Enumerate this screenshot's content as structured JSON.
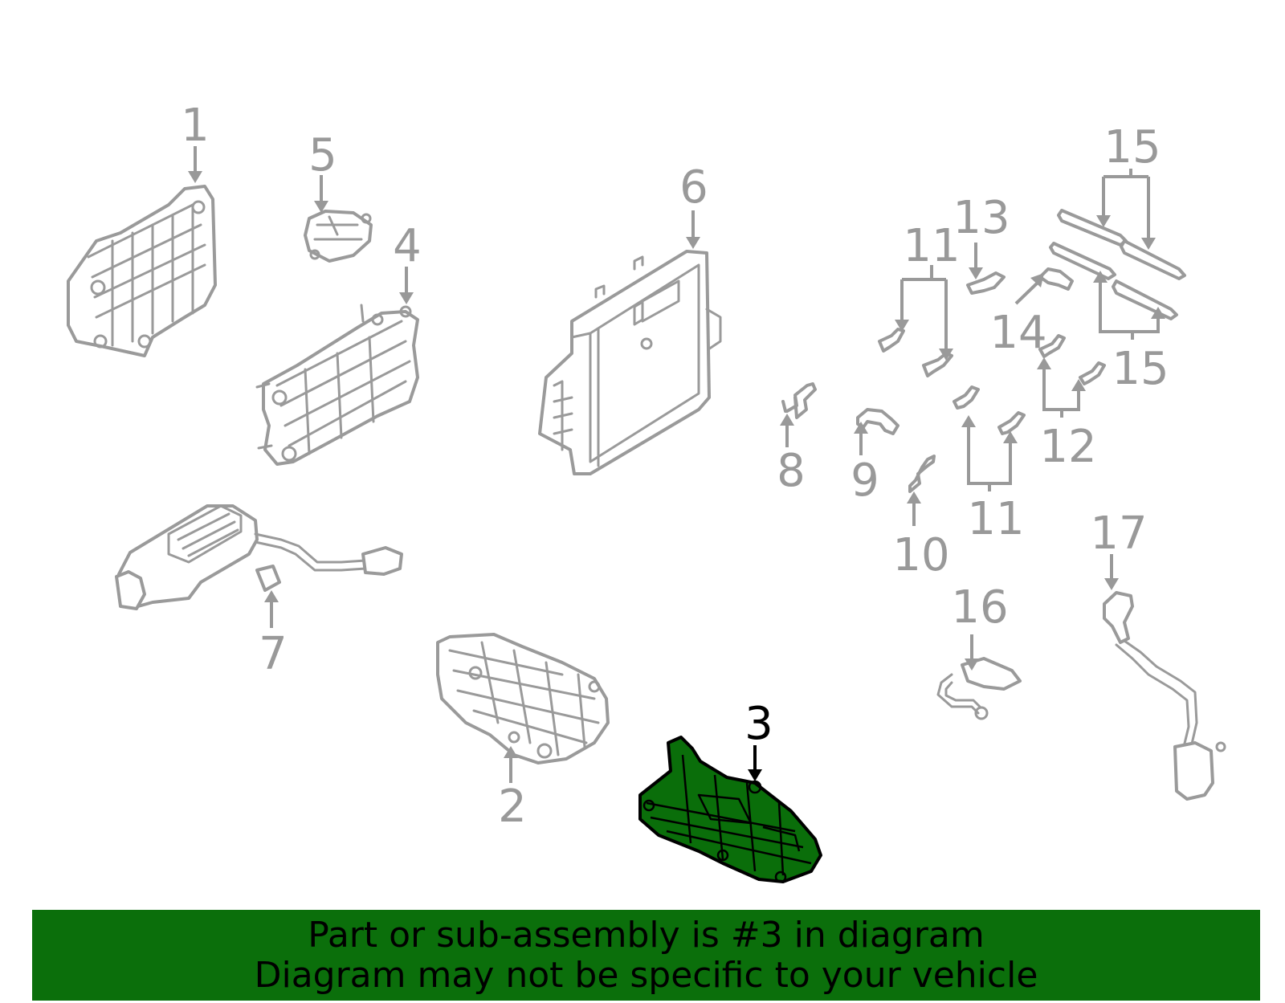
{
  "callouts": {
    "c1": "1",
    "c2": "2",
    "c3": "3",
    "c4": "4",
    "c5": "5",
    "c6": "6",
    "c7": "7",
    "c8": "8",
    "c9": "9",
    "c10": "10",
    "c11a": "11",
    "c11b": "11",
    "c12": "12",
    "c13": "13",
    "c14": "14",
    "c15a": "15",
    "c15b": "15",
    "c16": "16",
    "c17": "17"
  },
  "highlighted_part": "3",
  "colors": {
    "highlight": "#0a6e0a",
    "banner": "#0b6f0b",
    "outline": "#9a9a9a"
  },
  "banner": {
    "line1": "Part or sub-assembly is #3 in diagram",
    "line2": "Diagram may not be specific to your vehicle"
  }
}
